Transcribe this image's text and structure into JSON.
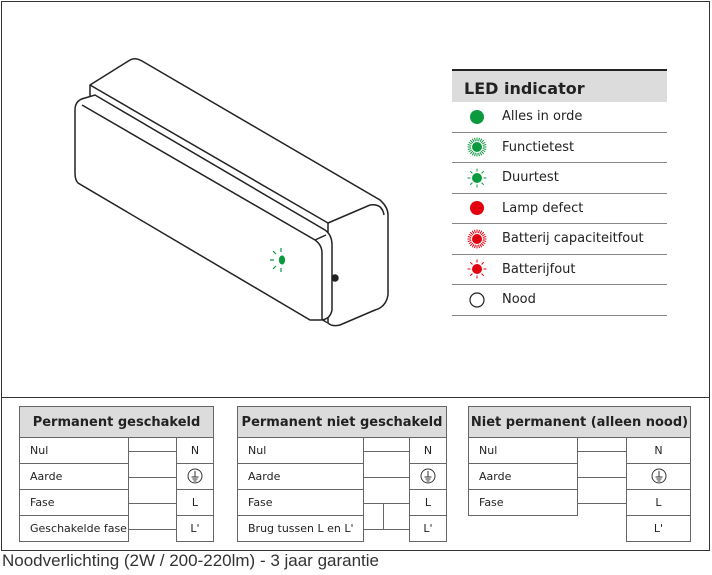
{
  "led_indicator": {
    "title": "LED indicator",
    "items": [
      {
        "label": "Alles in orde",
        "icon": "solid-dot",
        "color": "#0b9a3e"
      },
      {
        "label": "Functietest",
        "icon": "fast-blink",
        "color": "#0b9a3e"
      },
      {
        "label": "Duurtest",
        "icon": "slow-blink",
        "color": "#0b9a3e"
      },
      {
        "label": "Lamp defect",
        "icon": "solid-dot",
        "color": "#e3000f"
      },
      {
        "label": "Batterij capaciteitfout",
        "icon": "fast-blink",
        "color": "#e3000f"
      },
      {
        "label": "Batterijfout",
        "icon": "slow-blink",
        "color": "#e3000f"
      },
      {
        "label": "Nood",
        "icon": "empty-circle",
        "color": "#222222"
      }
    ]
  },
  "tables": [
    {
      "title": "Permanent geschakeld",
      "rows": [
        {
          "label": "Nul",
          "terminal": "N"
        },
        {
          "label": "Aarde",
          "terminal": "earth"
        },
        {
          "label": "Fase",
          "terminal": "L"
        },
        {
          "label": "Geschakelde fase",
          "terminal": "L'"
        }
      ]
    },
    {
      "title": "Permanent niet geschakeld",
      "rows": [
        {
          "label": "Nul",
          "terminal": "N"
        },
        {
          "label": "Aarde",
          "terminal": "earth"
        },
        {
          "label": "Fase",
          "terminal": "L"
        },
        {
          "label": "Brug tussen L en L'",
          "terminal": "L'"
        }
      ]
    },
    {
      "title": "Niet permanent (alleen nood)",
      "rows": [
        {
          "label": "Nul",
          "terminal": "N"
        },
        {
          "label": "Aarde",
          "terminal": "earth"
        },
        {
          "label": "Fase",
          "terminal": "L"
        },
        {
          "label": "",
          "terminal": "L'"
        }
      ]
    }
  ],
  "caption": "Noodverlichting (2W / 200-220lm) - 3 jaar garantie"
}
